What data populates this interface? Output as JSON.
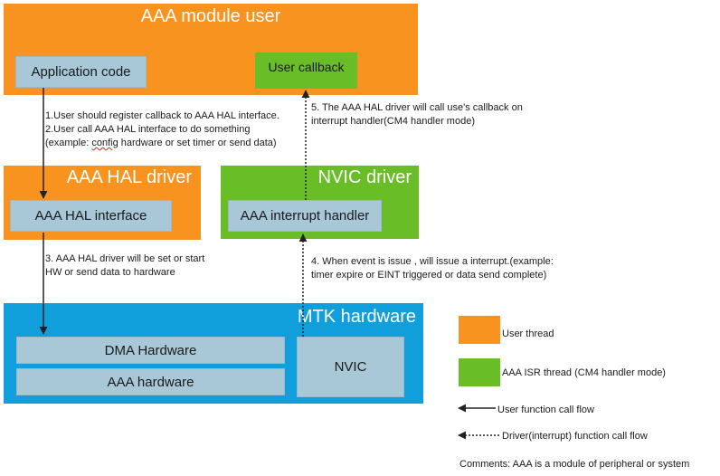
{
  "user_block": {
    "title": "AAA module user",
    "app_code": "Application code",
    "user_callback": "User callback"
  },
  "hal_block": {
    "title": "AAA HAL driver",
    "interface": "AAA HAL interface"
  },
  "nvic_block": {
    "title": "NVIC driver",
    "handler": "AAA interrupt handler"
  },
  "hw_block": {
    "title": "MTK hardware",
    "dma": "DMA Hardware",
    "aaa_hw": "AAA hardware",
    "nvic": "NVIC"
  },
  "notes": {
    "note1_line1": "1.User should register callback to AAA HAL interface.",
    "note1_line2": "2.User call AAA HAL interface to do something",
    "note1_line3_pre": "(example: ",
    "note1_line3_word": "config",
    "note1_line3_post": " hardware or set timer or  send data)",
    "note3_line1": "3. AAA HAL driver will be set or start",
    "note3_line2": "HW or send data  to hardware",
    "note4_line1": "4. When event is issue , will issue a interrupt.(example:",
    "note4_line2": "timer expire or EINT triggered or data send complete)",
    "note5_line1": "5. The AAA HAL driver will call use's callback on",
    "note5_line2": "interrupt handler(CM4 handler mode)"
  },
  "legend": {
    "user_thread": "User thread",
    "isr_thread": "AAA  ISR thread (CM4 handler mode)",
    "user_call_flow": "User function call flow",
    "driver_call_flow": "Driver(interrupt) function call flow",
    "comments": "Comments: AAA is a module of peripheral or system",
    "colors": {
      "user_thread": "#F7931E",
      "isr_thread": "#69BE28"
    }
  },
  "colors": {
    "orange": "#F7931E",
    "green": "#69BE28",
    "blue": "#119FDC",
    "light_blue": "#A8C8D8"
  }
}
